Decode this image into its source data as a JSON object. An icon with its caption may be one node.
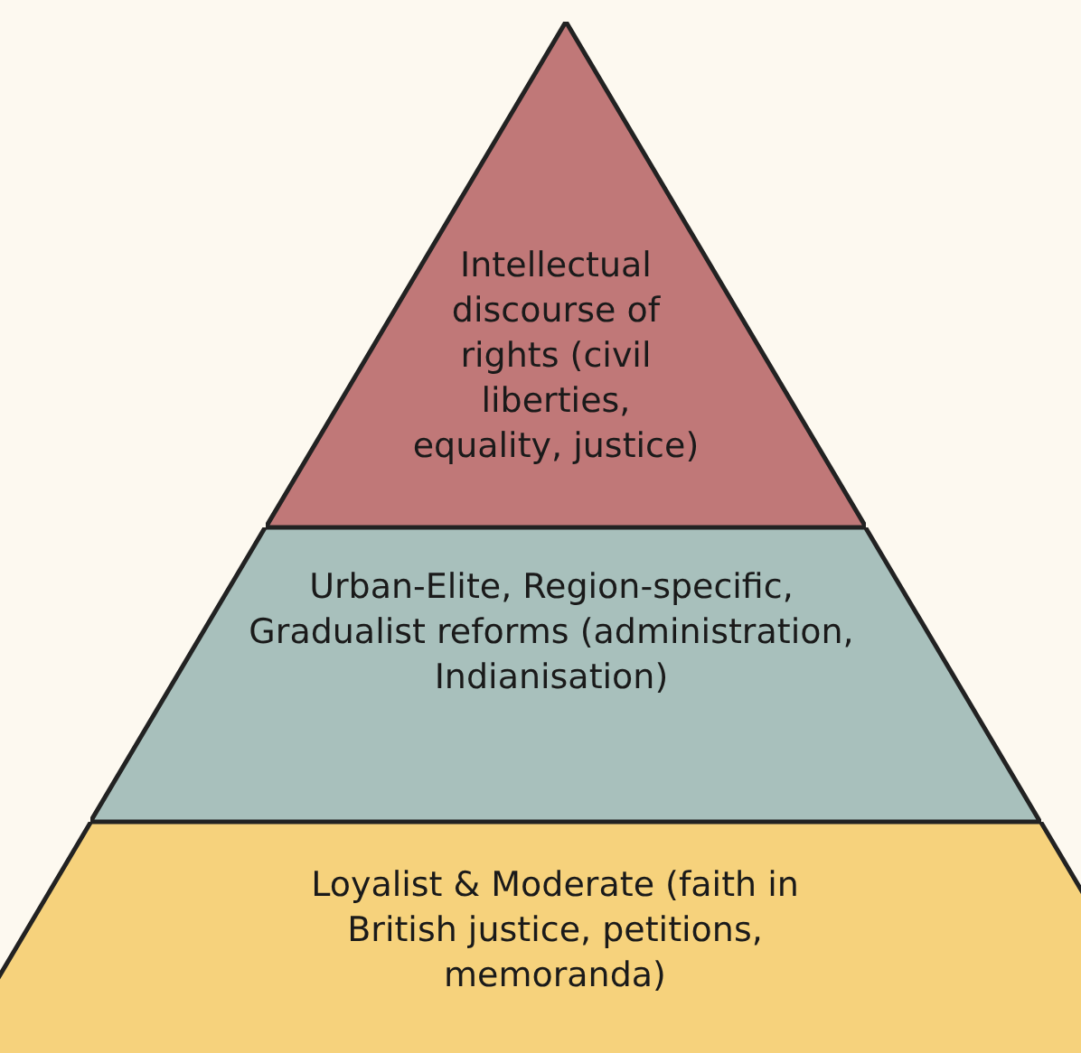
{
  "diagram": {
    "nodes": [
      {
        "text": [
          "Intellectual discourse of rights (civil liberties, equality, justice)"
        ]
      },
      {
        "text": [
          "Urban-Elite, Region-specific, Gradualist reforms (administration, Indianisation)"
        ]
      },
      {
        "text": [
          "Loyalist & Moderate (faith in British justice, petitions, memoranda)"
        ]
      }
    ]
  }
}
